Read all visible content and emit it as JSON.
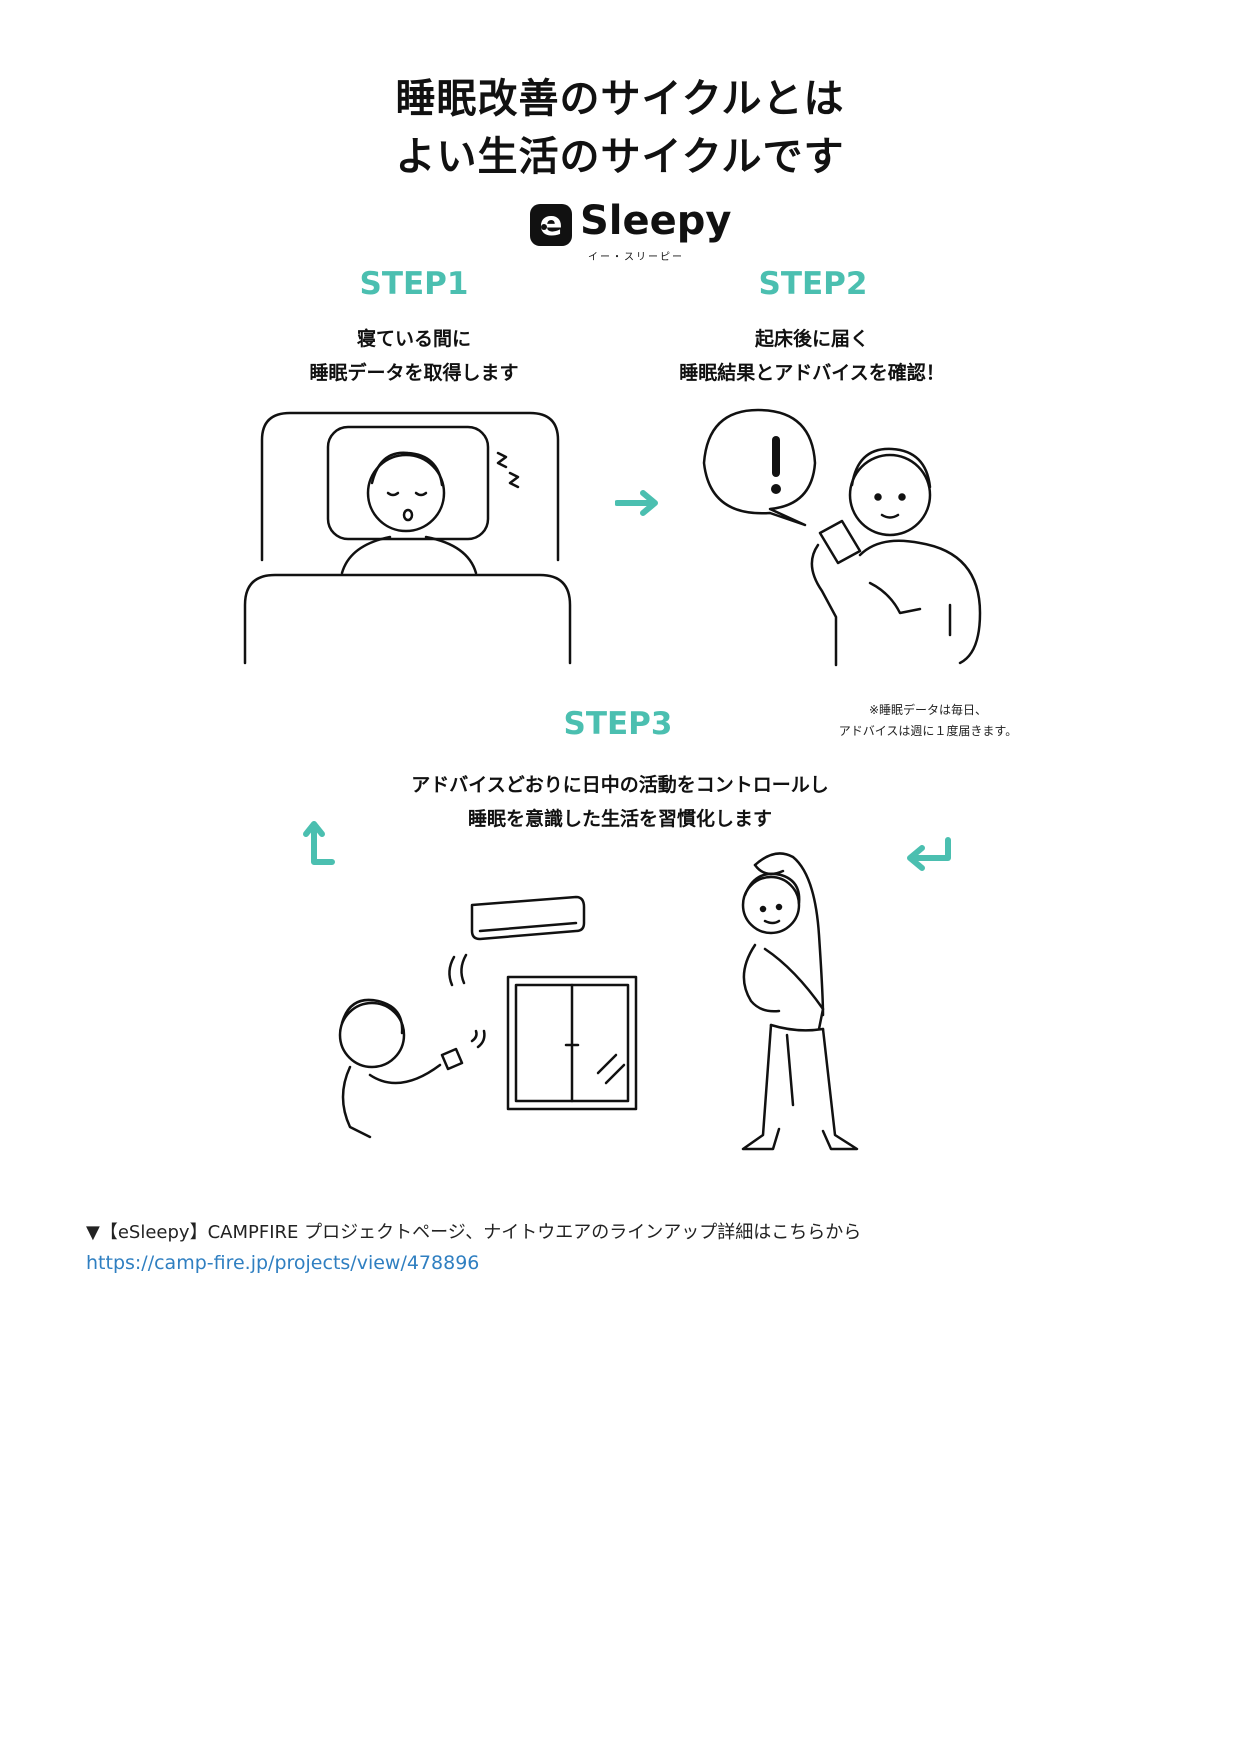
{
  "title": {
    "line1": "睡眠改善のサイクルとは",
    "line2": "よい生活のサイクルです"
  },
  "logo": {
    "letter": "e",
    "text": "Sleepy",
    "kana": "イー・スリーピー"
  },
  "steps": [
    {
      "label": "STEP1",
      "line1": "寝ている間に",
      "line2": "睡眠データを取得します"
    },
    {
      "label": "STEP2",
      "line1": "起床後に届く",
      "line2": "睡眠結果とアドバイスを確認！"
    },
    {
      "label": "STEP3",
      "line1": "アドバイスどおりに日中の活動をコントロールし",
      "line2": "睡眠を意識した生活を習慣化します"
    }
  ],
  "note": {
    "line1": "※睡眠データは毎日、",
    "line2": "アドバイスは週に１度届きます。"
  },
  "footer": {
    "text": "▼【eSleepy】CAMPFIRE プロジェクトページ、ナイトウエアのラインアップ詳細はこちらから",
    "url": "https://camp-fire.jp/projects/view/478896"
  },
  "colors": {
    "accent": "#4bbfb0",
    "link": "#2f7fc1",
    "text": "#111111"
  },
  "icons": [
    "exclamation-icon",
    "arrow-right-icon",
    "arrow-up-icon",
    "arrow-return-icon"
  ]
}
